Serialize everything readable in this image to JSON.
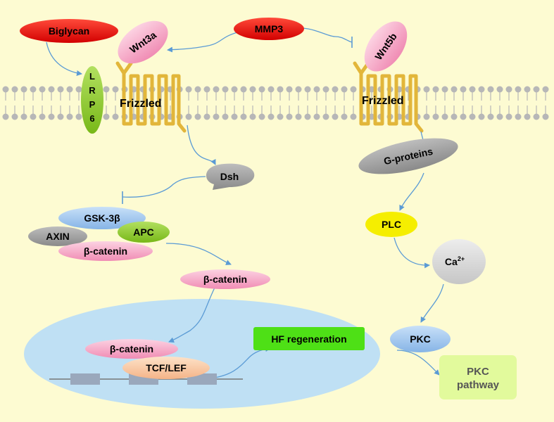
{
  "nodes": {
    "biglycan": "Biglycan",
    "wnt3a": "Wnt3a",
    "mmp3": "MMP3",
    "wnt5b": "Wnt5b",
    "lrp6": [
      "L",
      "R",
      "P",
      "6"
    ],
    "frizzled_left": "Frizzled",
    "frizzled_right": "Frizzled",
    "dsh": "Dsh",
    "gproteins": "G-proteins",
    "gsk3b": "GSK-3β",
    "axin": "AXIN",
    "apc": "APC",
    "bcat_complex": "β-catenin",
    "bcat_free": "β-catenin",
    "bcat_nuclear": "β-catenin",
    "tcf_lef": "TCF/LEF",
    "hf_regeneration": "HF regeneration",
    "plc": "PLC",
    "ca_base": "Ca",
    "ca_sup": "2+",
    "pkc": "PKC",
    "pkc_pathway_line1": "PKC",
    "pkc_pathway_line2": "pathway"
  },
  "colors": {
    "background": "#fdfbd2",
    "red": "#e01010",
    "pink": "#f4a8c4",
    "green": "#8cc81e",
    "gold": "#e2b63a",
    "gray": "#9a9a9a",
    "blue": "#9cc4ec",
    "yellow": "#f5ee00",
    "hf_green": "#4ee016",
    "pkc_box": "#e2fa9c",
    "nucleus": "#bfe0f4",
    "arrow": "#5b9bd5"
  }
}
